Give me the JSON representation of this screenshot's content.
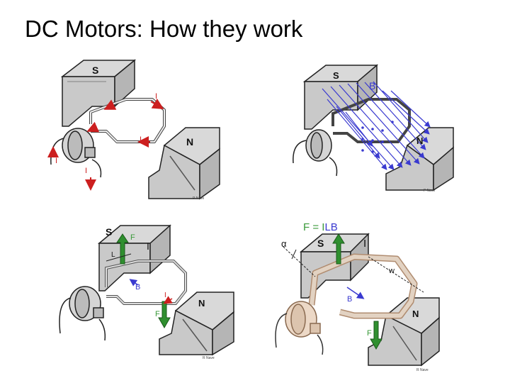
{
  "slide": {
    "title": "DC Motors:  How they work"
  },
  "colors": {
    "pole": "#c9c9c9",
    "current": "#cc1f1f",
    "field": "#3a3ad0",
    "force": "#2f8f2f",
    "label_green": "#3a9a3a",
    "wire": "#e2d2c2"
  },
  "panel_tl": {
    "south": "S",
    "north": "N",
    "current": "I",
    "credit": "P Nave"
  },
  "panel_tr": {
    "south": "S",
    "north": "N",
    "field": "B",
    "credit": "P Nave"
  },
  "panel_bl": {
    "south": "S",
    "north": "N",
    "force": "F",
    "current": "I",
    "length": "L",
    "field": "B",
    "credit": "R Nave"
  },
  "panel_br": {
    "equation_f": "F",
    "equation_eq": " = I",
    "equation_lb": "LB",
    "south": "S",
    "north": "N",
    "current": "I",
    "angle": "α",
    "width": "w",
    "field": "B",
    "force": "F",
    "credit": "R Nave"
  }
}
